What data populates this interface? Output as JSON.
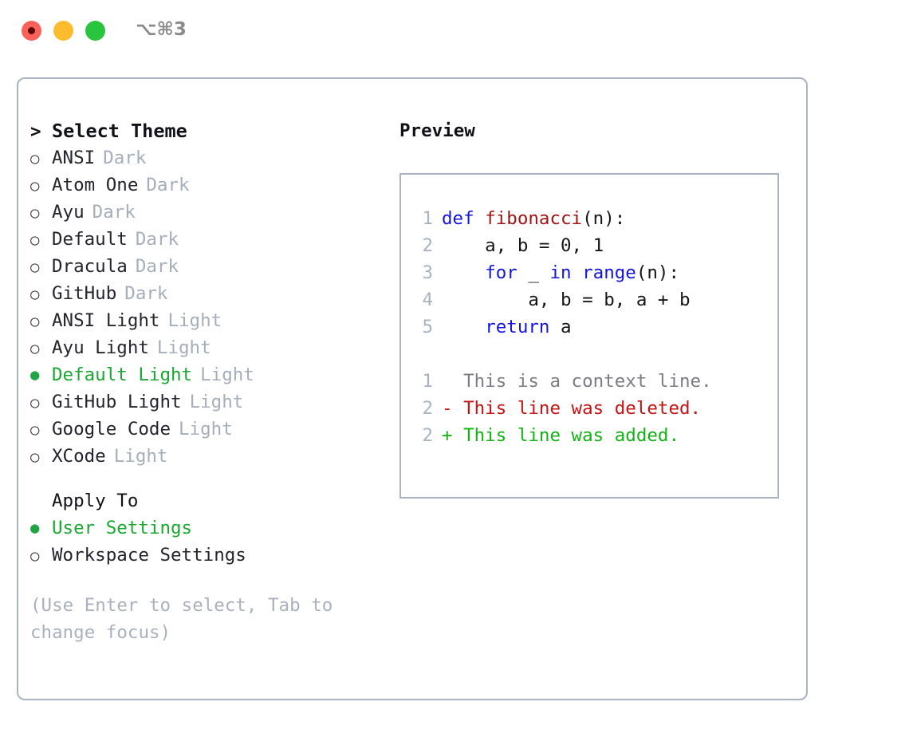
{
  "window": {
    "shortcut": "⌥⌘3",
    "traffic_lights": [
      {
        "name": "close",
        "color": "#fa6159"
      },
      {
        "name": "minimize",
        "color": "#fcbc2e"
      },
      {
        "name": "maximize",
        "color": "#29c53f"
      }
    ]
  },
  "theme_picker": {
    "heading": "Select Theme",
    "heading_marker": ">",
    "items": [
      {
        "marker": "○",
        "name": "ANSI",
        "mode": "Dark",
        "selected": false
      },
      {
        "marker": "○",
        "name": "Atom One",
        "mode": "Dark",
        "selected": false
      },
      {
        "marker": "○",
        "name": "Ayu",
        "mode": "Dark",
        "selected": false
      },
      {
        "marker": "○",
        "name": "Default",
        "mode": "Dark",
        "selected": false
      },
      {
        "marker": "○",
        "name": "Dracula",
        "mode": "Dark",
        "selected": false
      },
      {
        "marker": "○",
        "name": "GitHub",
        "mode": "Dark",
        "selected": false
      },
      {
        "marker": "○",
        "name": "ANSI Light",
        "mode": "Light",
        "selected": false
      },
      {
        "marker": "○",
        "name": "Ayu Light",
        "mode": "Light",
        "selected": false
      },
      {
        "marker": "●",
        "name": "Default Light",
        "mode": "Light",
        "selected": true
      },
      {
        "marker": "○",
        "name": "GitHub Light",
        "mode": "Light",
        "selected": false
      },
      {
        "marker": "○",
        "name": "Google Code",
        "mode": "Light",
        "selected": false
      },
      {
        "marker": "○",
        "name": "XCode",
        "mode": "Light",
        "selected": false
      }
    ]
  },
  "apply_to": {
    "heading": "Apply To",
    "items": [
      {
        "marker": "●",
        "name": "User Settings",
        "selected": true
      },
      {
        "marker": "○",
        "name": "Workspace Settings",
        "selected": false
      }
    ]
  },
  "hint": "(Use Enter to select, Tab to change focus)",
  "preview": {
    "title": "Preview",
    "code_lines": [
      {
        "num": "1",
        "tokens": [
          {
            "t": "def ",
            "c": "kw"
          },
          {
            "t": "fibonacci",
            "c": "fn"
          },
          {
            "t": "(n):",
            "c": "code-text"
          }
        ]
      },
      {
        "num": "2",
        "tokens": [
          {
            "t": "    a, b = 0, 1",
            "c": "code-text"
          }
        ]
      },
      {
        "num": "3",
        "tokens": [
          {
            "t": "    ",
            "c": "code-text"
          },
          {
            "t": "for",
            "c": "kw"
          },
          {
            "t": " _ ",
            "c": "code-text"
          },
          {
            "t": "in",
            "c": "kw"
          },
          {
            "t": " ",
            "c": "code-text"
          },
          {
            "t": "range",
            "c": "kw"
          },
          {
            "t": "(n):",
            "c": "code-text"
          }
        ]
      },
      {
        "num": "4",
        "tokens": [
          {
            "t": "        a, b = b, a + b",
            "c": "code-text"
          }
        ]
      },
      {
        "num": "5",
        "tokens": [
          {
            "t": "    ",
            "c": "code-text"
          },
          {
            "t": "return",
            "c": "kw"
          },
          {
            "t": " a",
            "c": "code-text"
          }
        ]
      }
    ],
    "diff_lines": [
      {
        "num": "1",
        "text": "  This is a context line.",
        "kind": "diff-ctx"
      },
      {
        "num": "2",
        "text": "- This line was deleted.",
        "kind": "diff-del"
      },
      {
        "num": "2",
        "text": "+ This line was added.",
        "kind": "diff-add"
      }
    ]
  },
  "colors": {
    "accent_green": "#1aa832",
    "muted": "#a6aebb",
    "border": "#a9b4c2",
    "keyword_blue": "#1414e0",
    "function_red": "#a31414",
    "diff_added": "#12b312",
    "diff_deleted": "#c31313"
  }
}
